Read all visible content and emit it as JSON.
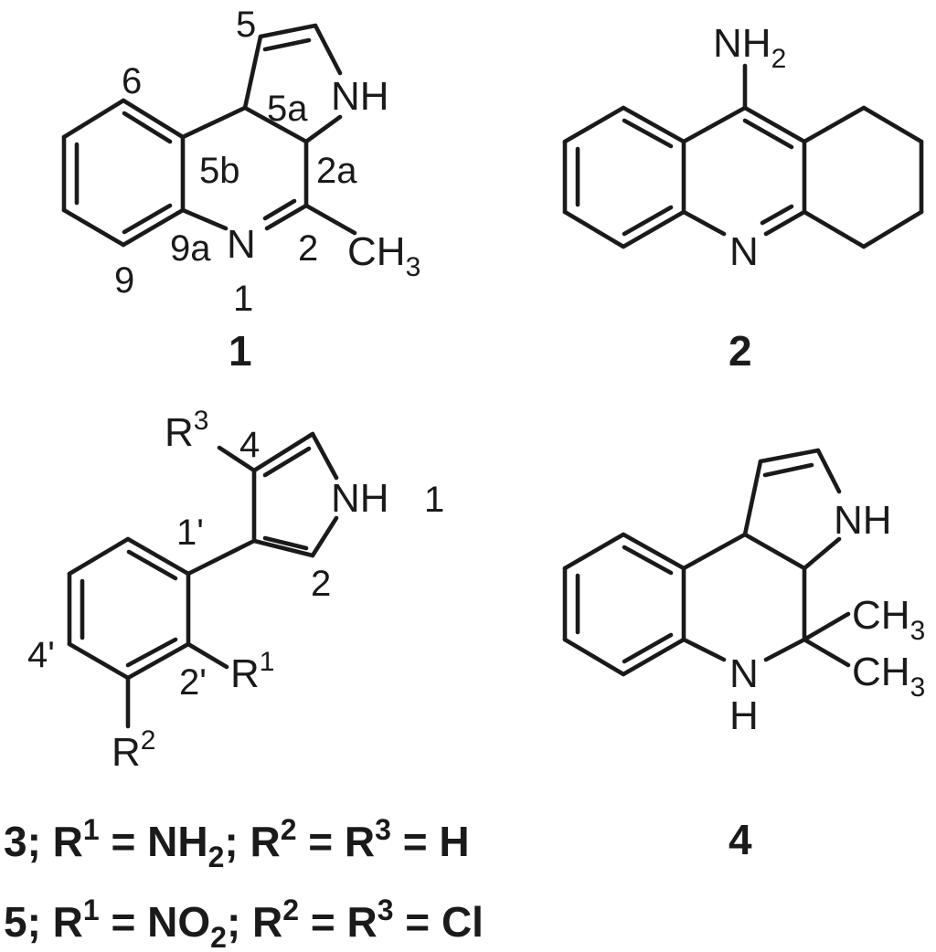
{
  "compound1": {
    "id": "1",
    "atoms": {
      "nh": "NH",
      "n": "N",
      "ch": "CH",
      "ch_sub": "3"
    },
    "positions": {
      "p5": "5",
      "p6": "6",
      "p5a": "5a",
      "p5b": "5b",
      "p2a": "2a",
      "p9a": "9a",
      "p9": "9",
      "p2": "2",
      "p1": "1"
    }
  },
  "compound2": {
    "id": "2",
    "atoms": {
      "nh": "NH",
      "nh_sub": "2",
      "n": "N"
    }
  },
  "compound3": {
    "atoms": {
      "r": "R",
      "r3_sup": "3",
      "r1_sup": "1",
      "r2_sup": "2",
      "nh": "NH"
    },
    "positions": {
      "p4": "4",
      "p1": "1",
      "p1p": "1'",
      "p2": "2",
      "p4p": "4'",
      "p2p": "2'"
    }
  },
  "compound4": {
    "id": "4",
    "atoms": {
      "nh_top": "NH",
      "n": "N",
      "h": "H",
      "ch": "CH",
      "ch_sub": "3"
    }
  },
  "captions": {
    "line1": {
      "a": "3; R",
      "a_sup": "1",
      "b": " = NH",
      "b_sub": "2",
      "c": "; R",
      "c_sup": "2",
      "d": " = R",
      "d_sup": "3",
      "e": " = H"
    },
    "line2": {
      "a": "5; R",
      "a_sup": "1",
      "b": " = NO",
      "b_sub": "2",
      "c": "; R",
      "c_sup": "2",
      "d": " = R",
      "d_sup": "3",
      "e": " = Cl"
    }
  }
}
